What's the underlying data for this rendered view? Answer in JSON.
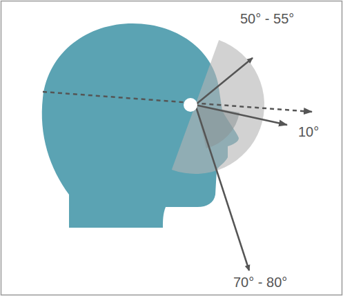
{
  "diagram": {
    "labels": [
      "50° - 55°",
      "10°",
      "70° - 80°"
    ]
  }
}
